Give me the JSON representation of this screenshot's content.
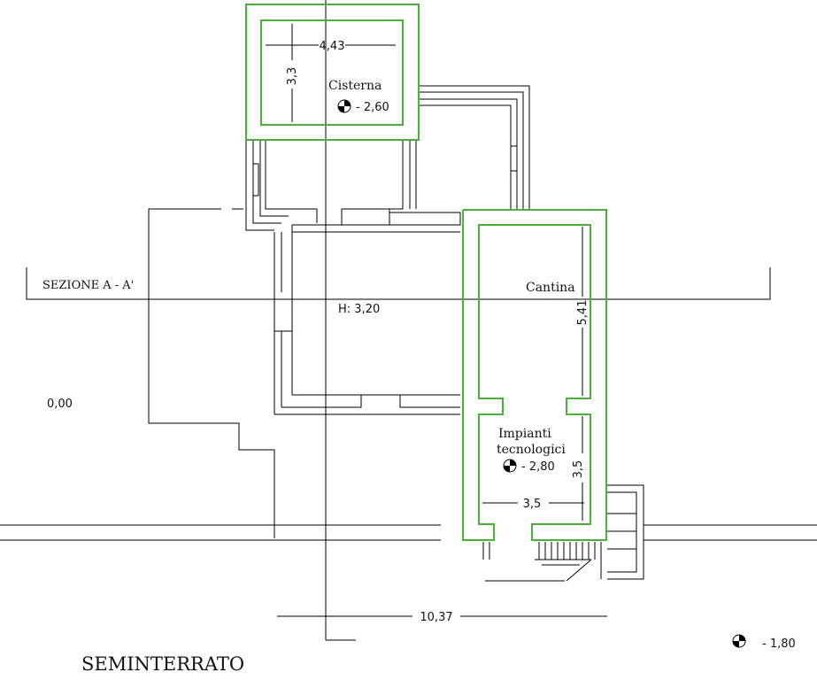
{
  "plan_title": "SEMINTERRATO",
  "section_label": "SEZIONE A - A'",
  "reference_level": "0,00",
  "rooms": {
    "cisterna": {
      "name": "Cisterna",
      "level": "- 2,60",
      "width": "4,43",
      "depth": "3,3"
    },
    "cantina": {
      "name": "Cantina",
      "height_label": "H: 3,20",
      "length": "5,41"
    },
    "impianti": {
      "name_line1": "Impianti",
      "name_line2": "tecnologici",
      "level": "- 2,80",
      "width": "3,5",
      "depth": "3,5"
    }
  },
  "overall_length": "10,37",
  "outside_level": "- 1,80",
  "colors": {
    "walls": "#000000",
    "highlight": "#4caf3c"
  }
}
